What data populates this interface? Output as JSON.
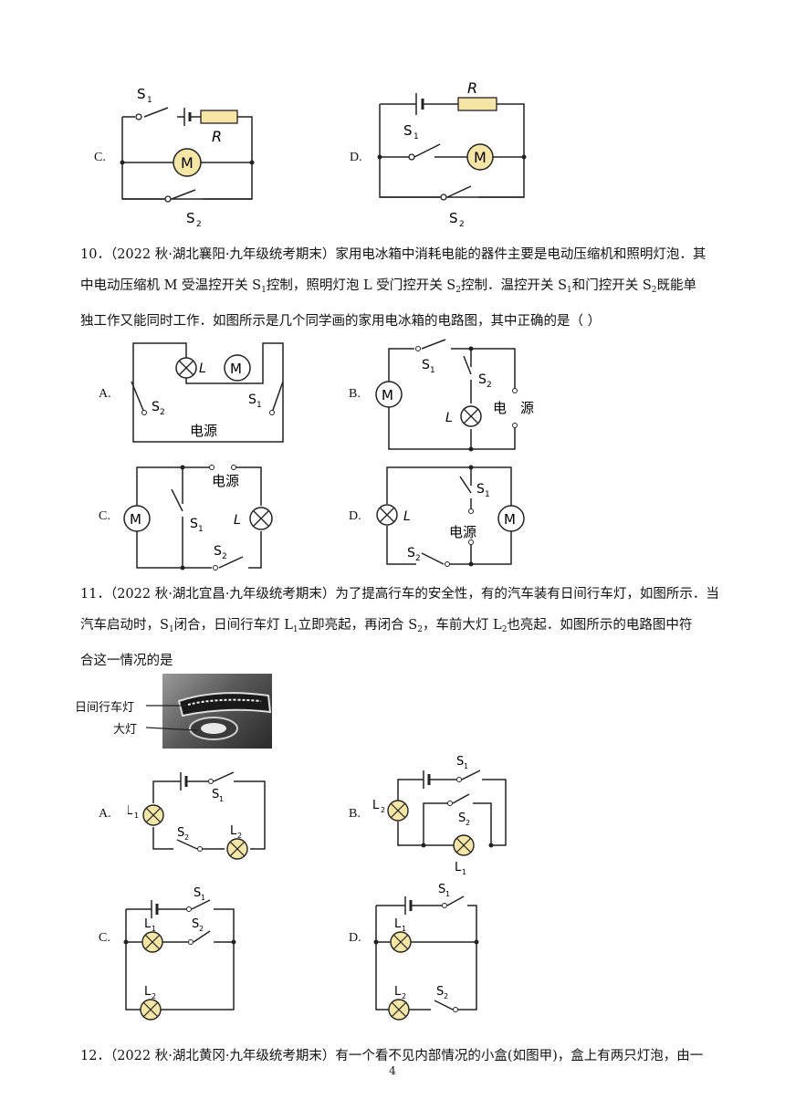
{
  "q9": {
    "optC": "C.",
    "optD": "D.",
    "labels": {
      "s1": "S",
      "s1sub": "1",
      "s2": "S",
      "s2sub": "2",
      "r": "R",
      "m": "M"
    }
  },
  "q10": {
    "num": "10",
    "line1": "．（2022 秋·湖北襄阳·九年级统考期末）家用电冰箱中消耗电能的器件主要是电动压缩机和照明灯泡．其",
    "line2a": "中电动压缩机 M 受温控开关 S",
    "line2b": "控制，照明灯泡 L 受门控开关 S",
    "line2c": "控制．温控开关 S",
    "line2d": "和门控开关 S",
    "line2e": "既能单",
    "line3": "独工作又能同时工作．如图所示是几个同学画的家用电冰箱的电路图，其中正确的是（   ）",
    "optA": "A.",
    "optB": "B.",
    "optC": "C.",
    "optD": "D.",
    "labels": {
      "L": "L",
      "M": "M",
      "S": "S",
      "sub1": "1",
      "sub2": "2",
      "power": "电源",
      "dian": "电",
      "yuan": "源"
    }
  },
  "q11": {
    "num": "11",
    "line1": "．（2022 秋·湖北宜昌·九年级统考期末）为了提高行车的安全性，有的汽车装有日间行车灯，如图所示．当",
    "line2a": "汽车启动时，S",
    "line2b": "闭合，日间行车灯 L",
    "line2c": "立即亮起，再闭合 S",
    "line2d": "，车前大灯 L",
    "line2e": "也亮起．如图所示的电路图中符",
    "line3": "合这一情况的是",
    "photoLabel1": "日间行车灯",
    "photoLabel2": "大灯",
    "optA": "A.",
    "optB": "B.",
    "optC": "C.",
    "optD": "D.",
    "labels": {
      "L": "L",
      "S": "S",
      "sub1": "1",
      "sub2": "2"
    }
  },
  "q12": {
    "num": "12",
    "line1": "．（2022 秋·湖北黄冈·九年级统考期末）有一个看不见内部情况的小盒(如图甲)，盒上有两只灯泡，由一"
  },
  "page": {
    "number": "4"
  }
}
